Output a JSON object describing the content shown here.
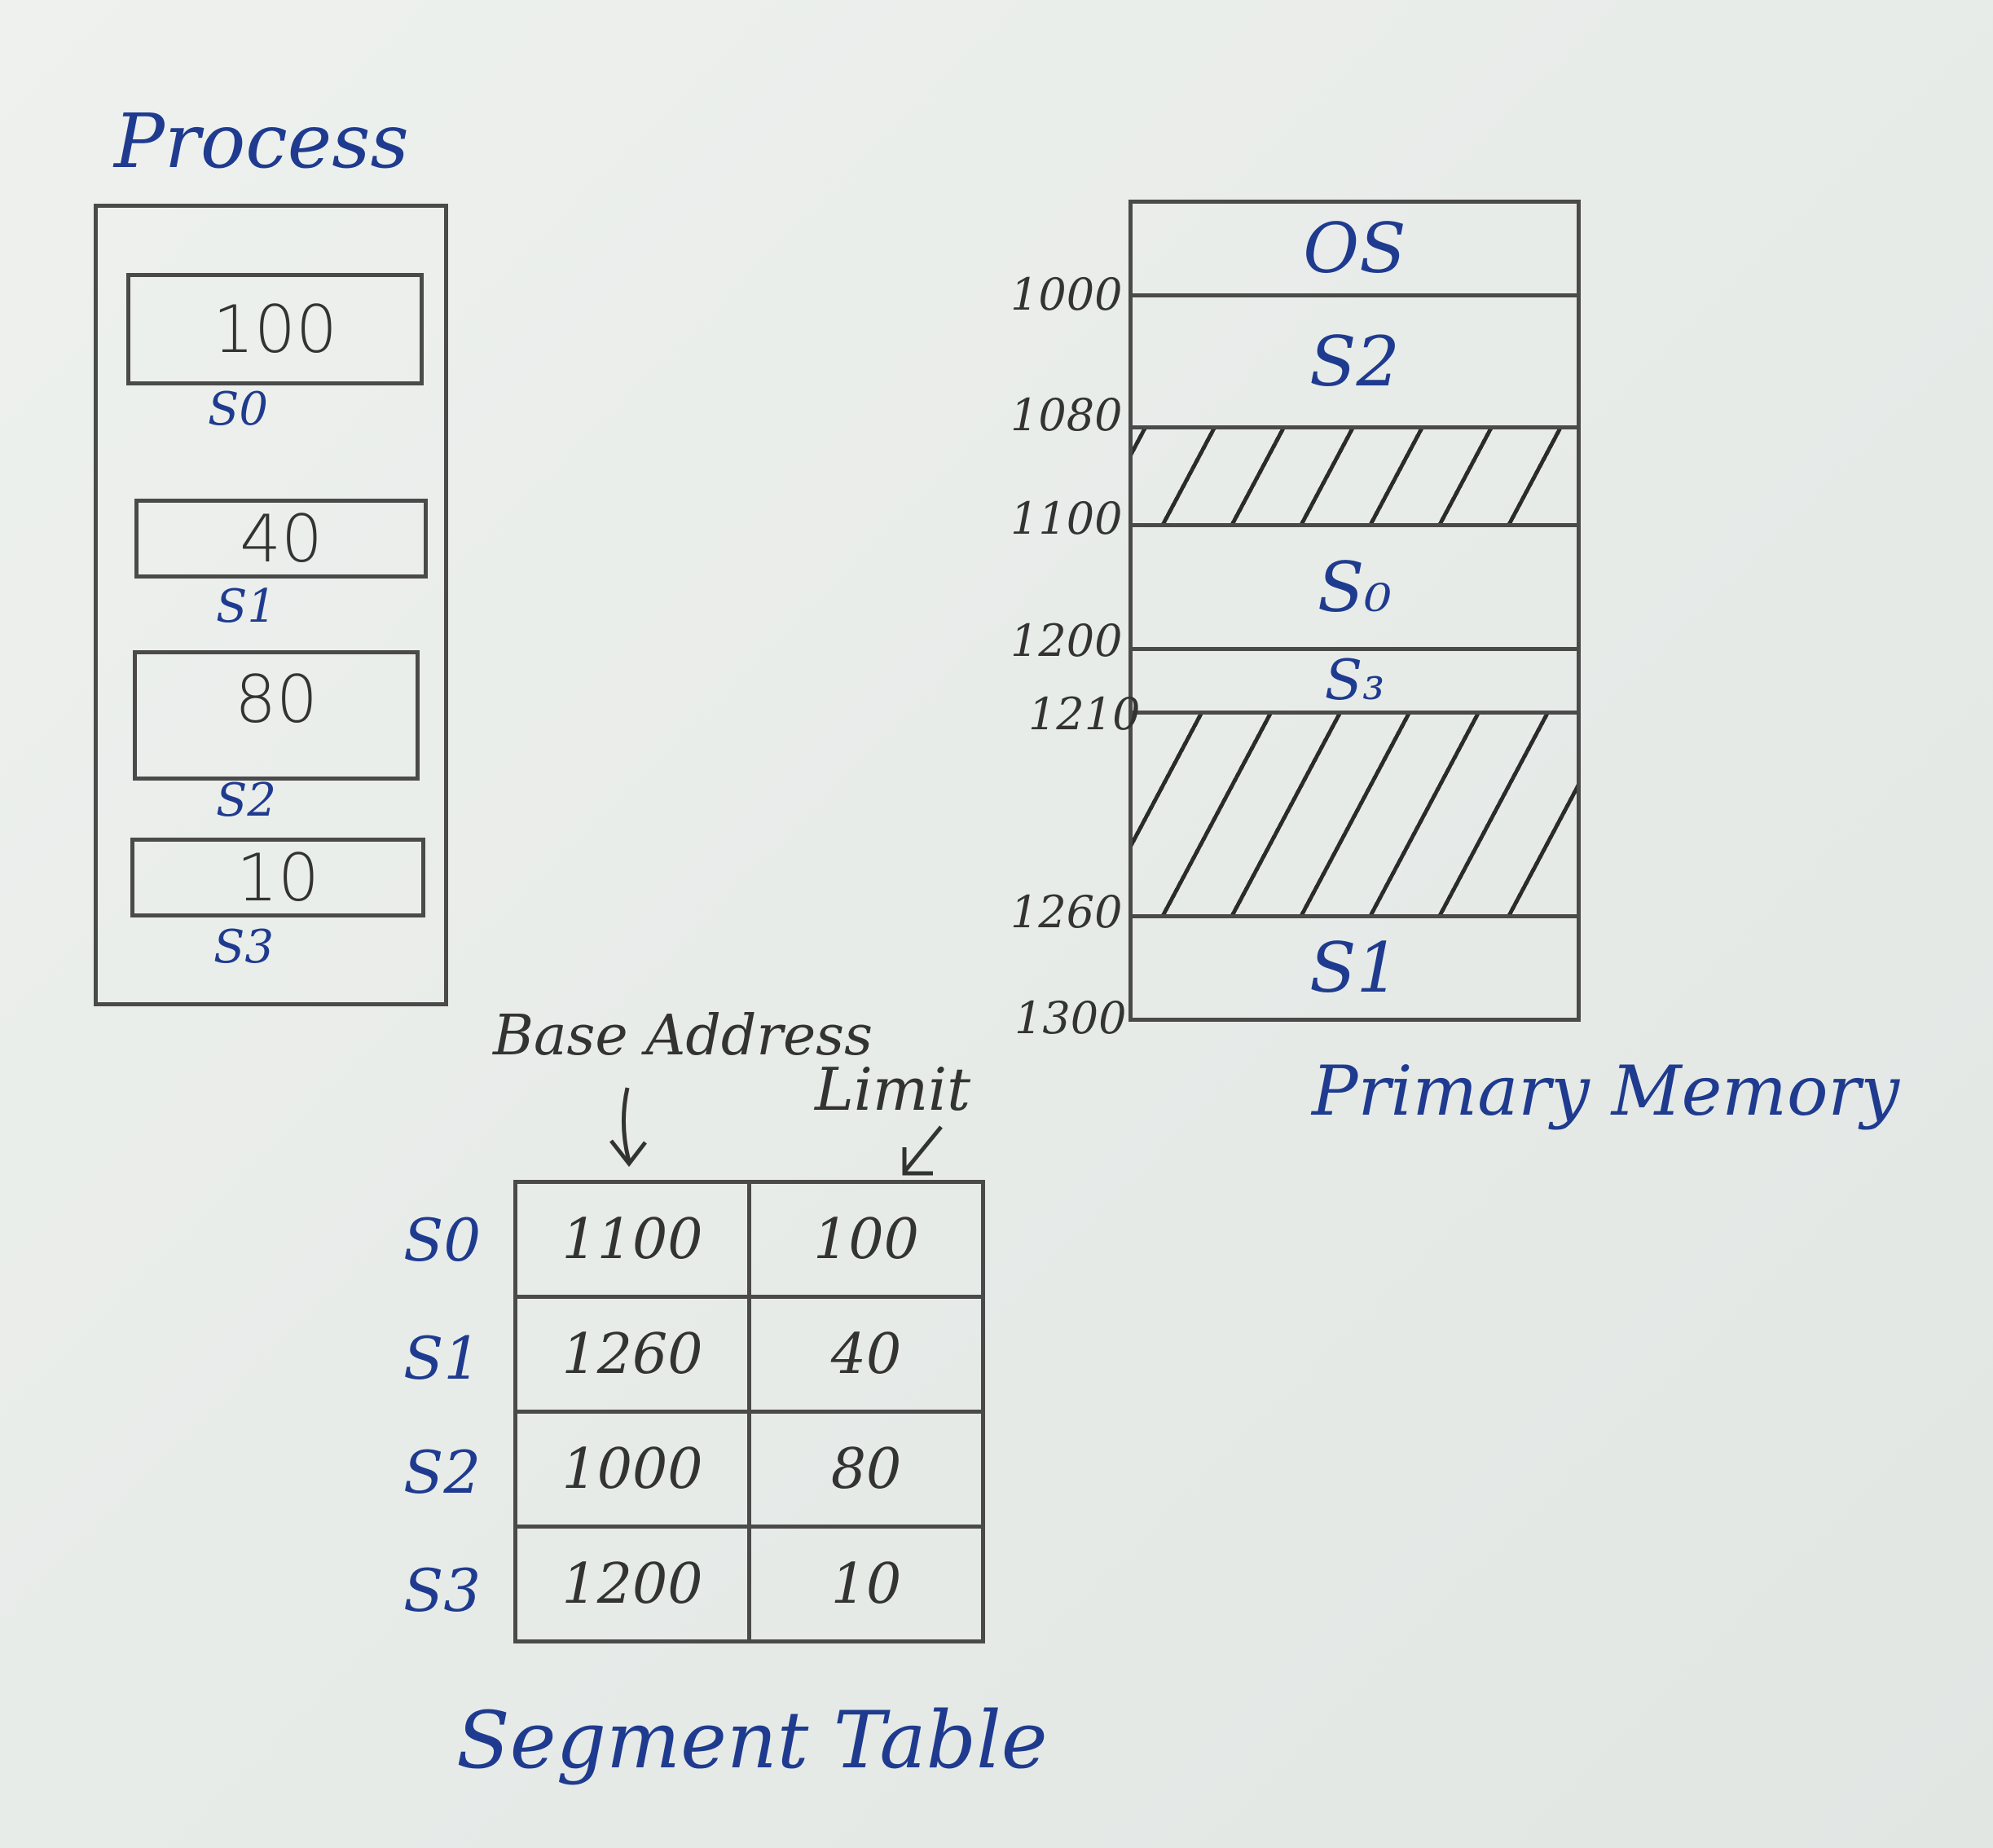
{
  "process": {
    "title": "Process",
    "segments": [
      {
        "size": "100",
        "label": "S0"
      },
      {
        "size": "40",
        "label": "S1"
      },
      {
        "size": "80",
        "label": "S2"
      },
      {
        "size": "10",
        "label": "S3"
      }
    ]
  },
  "memory": {
    "title": "Primary Memory",
    "regions": [
      {
        "label": "OS"
      },
      {
        "label": "S2"
      },
      {
        "label": ""
      },
      {
        "label": "S₀"
      },
      {
        "label": "S₃"
      },
      {
        "label": ""
      },
      {
        "label": "S1"
      }
    ],
    "addresses": [
      "1000",
      "1080",
      "1100",
      "1200",
      "1210",
      "1260",
      "1300"
    ]
  },
  "segment_table": {
    "title": "Segment Table",
    "col_base": "Base Address",
    "col_limit": "Limit",
    "rows": [
      {
        "segment": "S0",
        "base": "1100",
        "limit": "100"
      },
      {
        "segment": "S1",
        "base": "1260",
        "limit": "40"
      },
      {
        "segment": "S2",
        "base": "1000",
        "limit": "80"
      },
      {
        "segment": "S3",
        "base": "1200",
        "limit": "10"
      }
    ]
  }
}
